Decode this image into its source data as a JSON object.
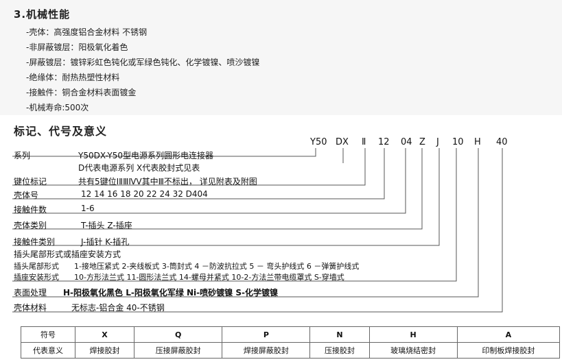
{
  "mech": {
    "title": "3.机械性能",
    "items": [
      "-壳体：高强度铝合金材料  不锈钢",
      "-非屏蔽镀层：阳极氧化着色",
      "-屏蔽镀层：镀锌彩虹色钝化或军绿色钝化、化学镀镍、喷沙镀镍",
      "-绝缘体：耐热热塑性材料",
      "-接触件：铜合金材料表面镀金",
      "-机械寿命:500次"
    ]
  },
  "designation": {
    "title": "标记、代号及意义",
    "codes": [
      "Y50",
      "DX",
      "Ⅱ",
      "12",
      "04",
      "Z",
      "J",
      "10",
      "H",
      "40"
    ]
  },
  "rows": [
    {
      "label": "系列",
      "value": "Y50DX-Y50型电源系列圆形电连接器",
      "value2": "D代表电源系列  X代表胶封式见表"
    },
    {
      "label": "键位标记",
      "value": "共有5键位ⅠⅡⅢⅣⅤ其中Ⅲ不标出， 详见附表及附图"
    },
    {
      "label": "壳体号",
      "value": "12  14  16  18  20  22  24  32    D404"
    },
    {
      "label": "接触件数",
      "value": "1-6"
    },
    {
      "label": "壳体类别",
      "value": "T-插头        Z-插座"
    },
    {
      "label": "接触件类别",
      "value": "J-插针        K-插孔"
    },
    {
      "label": "插头尾部形式或插座安装方式"
    },
    {
      "label": "插头尾部形式",
      "value": "1-接地压紧式   2-夹线板式   3-筒封式   4 －防波抗拉式   5 － 弯头护线式   6 －弹簧护线式"
    },
    {
      "label": "插座安装形式",
      "value": "10-方形法兰式   11-圆形法兰式   14-螺母并紧式   10-2-方法兰带电缆罩式   S-穿墙式"
    },
    {
      "label": "表面处理",
      "value": "H-阳极氧化黑色   L-阳极氧化军绿   Ni-喷砂镀镍   S-化学镀镍"
    },
    {
      "label": "壳体材料",
      "value": "无标志-铝合金   40-不锈钢"
    }
  ],
  "table": {
    "header": [
      "符号",
      "X",
      "Q",
      "P",
      "N",
      "H",
      "A"
    ],
    "row": [
      "代表意义",
      "焊接胶封",
      "压接屏蔽胶封",
      "焊接屏蔽胶封",
      "压接胶封",
      "玻璃烧结密封",
      "印制板焊接胶封"
    ]
  }
}
